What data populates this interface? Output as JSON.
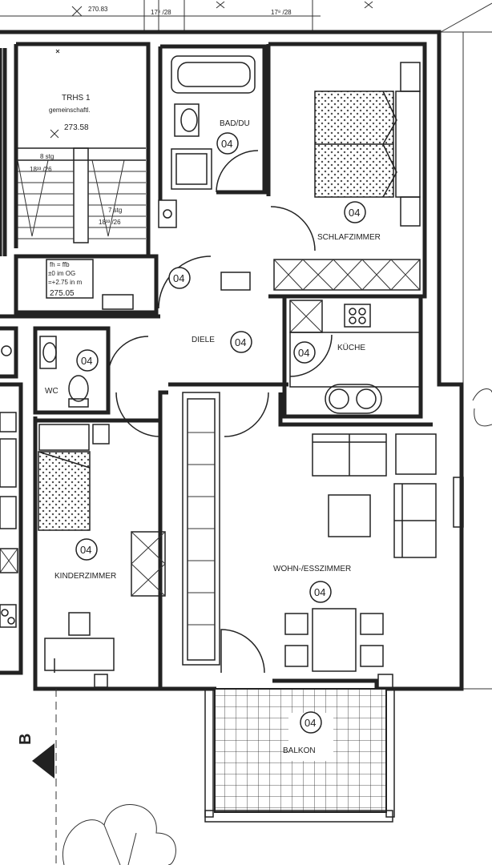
{
  "plan": {
    "stairs": {
      "title_line1": "TRHS 1",
      "title_line2": "gemeinschaftl.",
      "level": "273.58",
      "upper_left": "8 stg",
      "upper_left_dim": "18³³ /26",
      "lower_right": "7 stg",
      "lower_right_dim": "18³³ /26",
      "fb_line1": "fh = ffb",
      "fb_line2": "±0 im OG",
      "fb_line3": "=+2.75 in m",
      "fb_level": "275.05",
      "top_dim_left": "270.83",
      "top_dim_mid": "17⁸ /28",
      "top_dim_right": "17⁸ /28"
    },
    "rooms": {
      "bad": {
        "name": "BAD/DU",
        "num": "04"
      },
      "schlafzimmer": {
        "name": "SCHLAFZIMMER",
        "num": "04"
      },
      "flur": {
        "num": "04"
      },
      "diele": {
        "name": "DIELE",
        "num": "04"
      },
      "kueche": {
        "name": "KÜCHE",
        "num": "04"
      },
      "wc": {
        "name": "WC",
        "num": "04"
      },
      "kinderzimmer": {
        "name": "KINDERZIMMER",
        "num": "04"
      },
      "wohnen": {
        "name": "WOHN-/ESSZIMMER",
        "num": "04"
      },
      "balkon": {
        "name": "BALKON",
        "num": "04"
      }
    },
    "section_marker": "B"
  }
}
